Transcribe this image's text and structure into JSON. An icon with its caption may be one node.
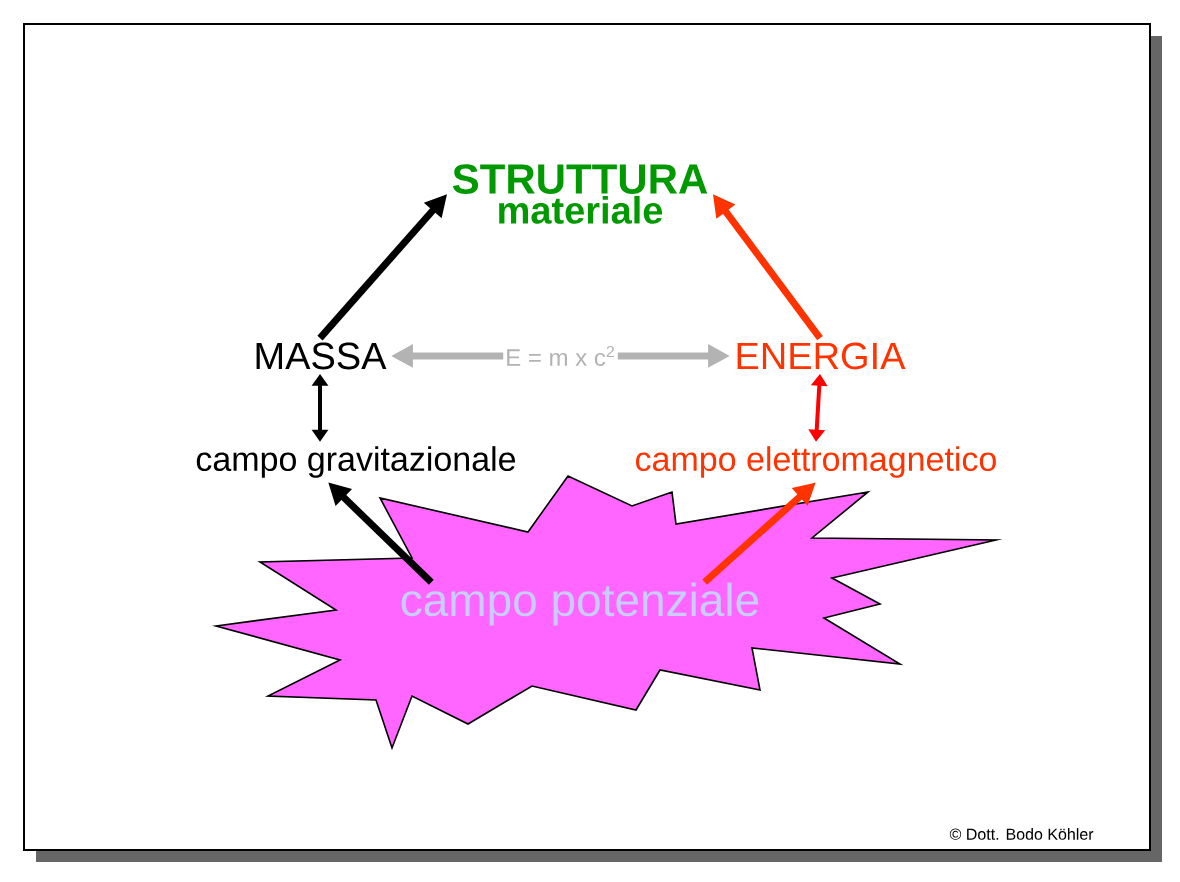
{
  "diagram": {
    "nodes": [
      {
        "text": [
          "STRUTTURA",
          "materiale"
        ]
      },
      {
        "text": [
          "MASSA"
        ]
      },
      {
        "text": [
          "ENERGIA"
        ]
      },
      {
        "text": [
          "campo gravitazionale"
        ]
      },
      {
        "text": [
          "campo elettromagnetico"
        ]
      },
      {
        "text": [
          "campo potenziale"
        ]
      }
    ],
    "edges": [
      {
        "from": 1,
        "to": 0,
        "arrow": "to"
      },
      {
        "from": 2,
        "to": 0,
        "arrow": "to",
        "color": "#ff3300"
      },
      {
        "from": 1,
        "to": 3,
        "arrow": "both"
      },
      {
        "from": 2,
        "to": 4,
        "arrow": "both",
        "color": "#ff0000"
      },
      {
        "from": 5,
        "to": 3,
        "arrow": "to"
      },
      {
        "from": 5,
        "to": 4,
        "arrow": "to",
        "color": "#ff3300"
      },
      {
        "from": 1,
        "to": 2,
        "arrow": "both",
        "label": "E = m x c$^{2}$",
        "color": "#b3b3b3"
      }
    ],
    "labels": [
      "© Dott. Bodo Köhler"
    ]
  }
}
